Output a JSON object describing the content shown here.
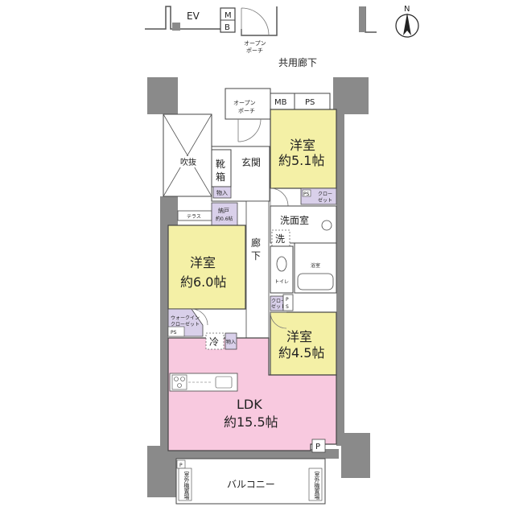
{
  "north": "N",
  "top": {
    "ev": "EV",
    "mb_m": "M",
    "mb_b": "B",
    "open_porch_1": "オープン",
    "open_porch_2": "ポーチ",
    "corridor": "共用廊下"
  },
  "shaft": {
    "mb": "MB",
    "ps": "PS"
  },
  "porch": {
    "line1": "オープン",
    "line2": "ポーチ"
  },
  "rooms": {
    "yoshitsu_a": {
      "name": "洋室",
      "size": "約5.1帖"
    },
    "yoshitsu_b": {
      "name": "洋室",
      "size": "約6.0帖"
    },
    "yoshitsu_c": {
      "name": "洋室",
      "size": "約4.5帖"
    },
    "ldk": {
      "name": "LDK",
      "size": "約15.5帖"
    }
  },
  "labels": {
    "fukinuke": "吹抜",
    "kutsubako_1": "靴",
    "kutsubako_2": "箱",
    "genkan": "玄関",
    "mono_1": "物入",
    "nando_1": "納戸",
    "nando_2": "約0.6帖",
    "terrace": "テラス",
    "closet_1": "クロー",
    "closet_2": "ゼット",
    "ps_small": "PS",
    "senmen": "洗面室",
    "sen": "洗",
    "roka_1": "廊",
    "roka_2": "下",
    "yokushitsu": "浴室",
    "toilet": "トイレ",
    "walkin_1": "ウォークイン",
    "walkin_2": "クローゼット",
    "ps_left": "PS",
    "rei": "冷",
    "mono_2": "物入",
    "ps_right_p": "P",
    "ps_right_s": "S",
    "closet_small_1": "クロー",
    "closet_small_2": "ゼット",
    "balcony": "バルコニー",
    "outdoor_unit_left": "室外機置場",
    "outdoor_unit_right": "室外機置場",
    "p_left": "P",
    "p_right": "P"
  },
  "colors": {
    "bedroom": "#f4f0a6",
    "ldk": "#f8c9df",
    "storage": "#d9d0ea",
    "wall": "#8a8a8a",
    "line": "#444444"
  }
}
